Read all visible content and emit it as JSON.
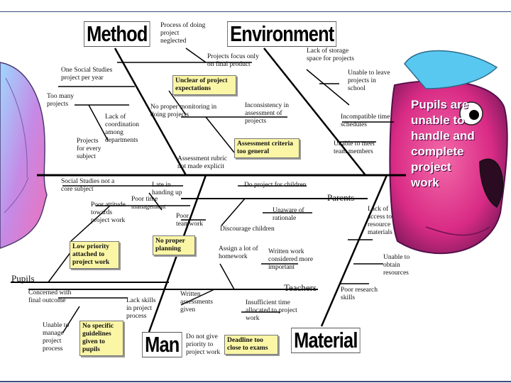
{
  "categories": {
    "method": "Method",
    "environment": "Environment",
    "man": "Man",
    "material": "Material"
  },
  "sub_branches": {
    "parents": "Parents",
    "teachers": "Teachers",
    "pupils": "Pupils"
  },
  "problem": "Pupils are unable to handle and complete project work",
  "method_causes": {
    "one_social": "One Social Studies project per year",
    "too_many": "Too many projects",
    "lack_coordination": "Lack of coordination among departments",
    "projects_every": "Projects for every subject",
    "process_neglected": "Process of doing project neglected",
    "focus_final": "Projects focus only on final product",
    "no_monitoring": "No proper monitoring in doing projects",
    "inconsistency": "Inconsistency in assessment of projects",
    "rubric": "Assessment rubric not made explicit"
  },
  "method_boxes": {
    "unclear": "Unclear of project expectations",
    "criteria": "Assessment criteria too general"
  },
  "environment_causes": {
    "storage": "Lack of storage space for projects",
    "unable_leave": "Unable to leave projects in school",
    "incompatible": "Incompatible time schedules",
    "unable_meet": "Unable to meet team members"
  },
  "man_causes": {
    "ss_not_core": "Social Studies not a core subject",
    "poor_attitude": "Poor attitude towards project work",
    "late_handing": "Late in handing up",
    "poor_time": "Poor time management",
    "poor_teamwork": "Poor teamwork",
    "concerned": "Concerned with final outcome",
    "unable_manage": "Unable to manage project process",
    "lack_skills": "Lack skills in project process",
    "written_assess": "Written assessments given",
    "no_priority": "Do not give priority to project work",
    "insufficient_time": "Insufficient time allocated to project work",
    "assign_homework": "Assign a lot of homework",
    "written_work": "Written work considered more important"
  },
  "man_boxes": {
    "low_priority": "Low priority attached to project work",
    "no_planning": "No proper planning",
    "no_guidelines": "No specific guidelines given to pupils",
    "deadline": "Deadline too close to exams"
  },
  "parents_causes": {
    "do_project": "Do project for children",
    "unaware": "Unaware of rationale",
    "discourage": "Discourage children"
  },
  "material_causes": {
    "lack_access": "Lack of access to resource materials",
    "unable_obtain": "Unable to obtain resources",
    "poor_research": "Poor research skills"
  },
  "colors": {
    "fish_head": "#e0388f",
    "fish_tail": "#b57fd9",
    "box_fill": "#fbf6a6",
    "frame_line": "#3b4e7a"
  }
}
